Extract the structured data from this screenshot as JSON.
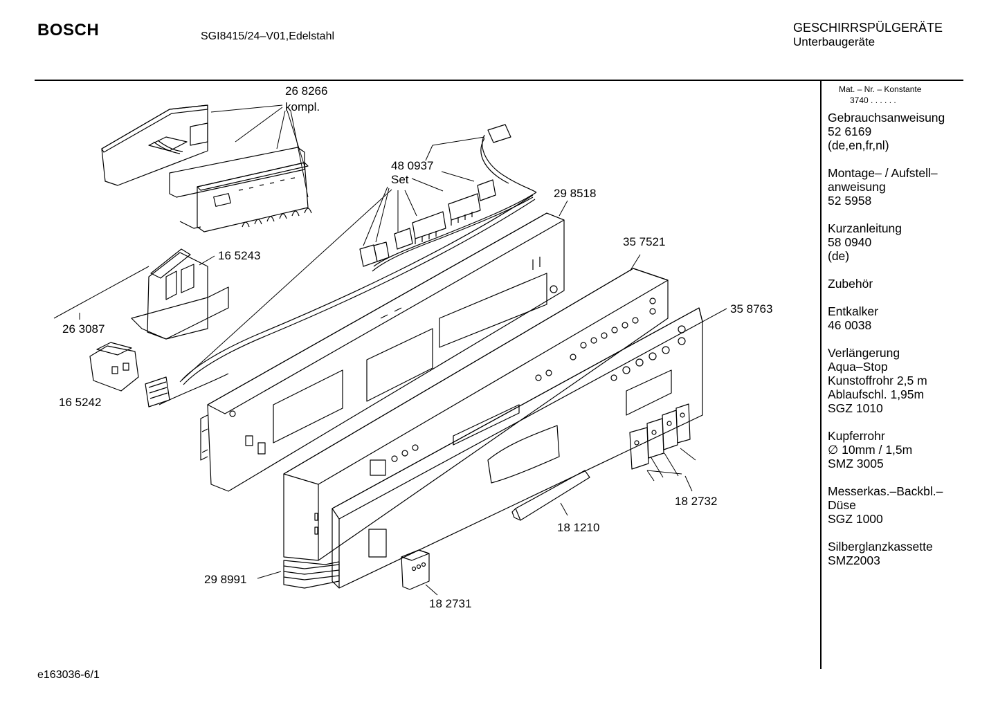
{
  "header": {
    "brand": "BOSCH",
    "model": "SGI8415/24–V01,Edelstahl",
    "category_line1": "GESCHIRRSPÜLGERÄTE",
    "category_line2": "Unterbaugeräte"
  },
  "sidebar": {
    "mat_nr_label": "Mat. – Nr. – Konstante",
    "constant": "3740 . . . . . .",
    "blocks": [
      [
        "Gebrauchsanweisung",
        "52 6169",
        "(de,en,fr,nl)"
      ],
      [
        "Montage– / Aufstell–",
        "anweisung",
        "52 5958"
      ],
      [
        "Kurzanleitung",
        "58 0940",
        "(de)"
      ],
      [
        "Zubehör"
      ],
      [
        "Entkalker",
        "46 0038"
      ],
      [
        "Verlängerung",
        "Aqua–Stop",
        "Kunstoffrohr 2,5 m",
        "Ablaufschl. 1,95m",
        "SGZ 1010"
      ],
      [
        "Kupferrohr",
        "∅ 10mm / 1,5m",
        "SMZ 3005"
      ],
      [
        "Messerkas.–Backbl.–",
        "Düse",
        "SGZ 1000"
      ],
      [
        "Silberglanzkassette",
        "SMZ2003"
      ]
    ]
  },
  "parts": {
    "p268266": "26 8266",
    "p268266_sub": "kompl.",
    "p480937": "48 0937",
    "p480937_sub": "Set",
    "p298518": "29 8518",
    "p357521": "35 7521",
    "p358763": "35 8763",
    "p165243": "16 5243",
    "p263087": "26 3087",
    "p165242": "16 5242",
    "p182732": "18 2732",
    "p181210": "18 1210",
    "p298991": "29 8991",
    "p182731": "18 2731"
  },
  "footer": {
    "drawing_id": "e163036-6/1"
  }
}
